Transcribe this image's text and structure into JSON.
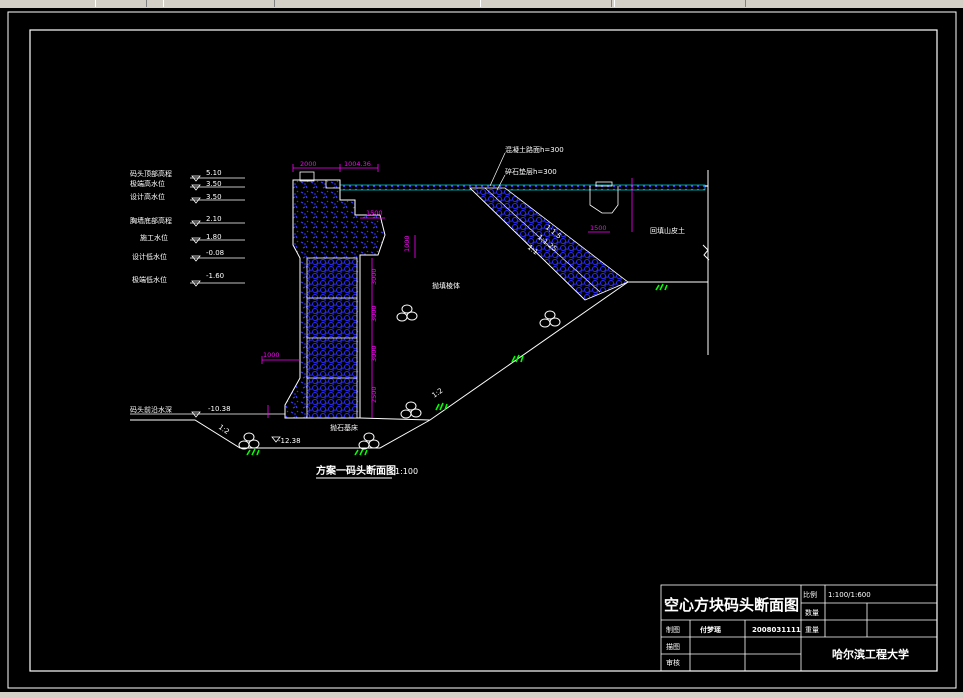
{
  "drawing_title": "空心方块码头断面图",
  "section_title": "方案一码头断面图",
  "section_scale": "1:100",
  "university": "哈尔滨工程大学",
  "title_block": {
    "ratio_label": "比例",
    "ratio_value": "1:100/1:600",
    "qty_label": "数量",
    "weight_label": "重量",
    "drawn_label": "制图",
    "drawn_name": "付梦瑶",
    "drawn_id": "2008031111",
    "draft_label": "描图",
    "review_label": "审核"
  },
  "levels": [
    {
      "label": "码头顶部高程",
      "value": "5.10"
    },
    {
      "label": "极端高水位",
      "value": "3.50"
    },
    {
      "label": "设计高水位",
      "value": "3.50"
    },
    {
      "label": "胸墙底部高程",
      "value": "2.10"
    },
    {
      "label": "施工水位",
      "value": "1.80"
    },
    {
      "label": "设计低水位",
      "value": "-0.08"
    },
    {
      "label": "极端低水位",
      "value": "-1.60"
    },
    {
      "label": "码头前沿水深",
      "value": "-10.38"
    }
  ],
  "annotations": {
    "dim_2000": "2000",
    "dim_1004": "1004.36",
    "dim_1500": "1500",
    "dim_1000": "1000",
    "dim_1000b": "1000",
    "dim_1500b": "1500",
    "concrete_road": "混凝土路面h=300",
    "gravel_layer": "碎石垫层h=300",
    "backfill": "抛填棱体",
    "original_soil": "回填山皮土",
    "rubble_base": "抛石基床",
    "bottom_level": "-12.38",
    "slope_1_5": "1:1.5",
    "slope_1_25": "1:1.25",
    "slope_1_1": "1:1",
    "slope_1_2": "1:2",
    "slope_left": "1:2",
    "block_dims": [
      "3000",
      "3000",
      "3000",
      "2500"
    ]
  },
  "colors": {
    "frame": "#ffffff",
    "structure": "#0000ff",
    "dimension": "#ff00ff",
    "grass": "#00ff00",
    "cyan": "#00ffff"
  }
}
